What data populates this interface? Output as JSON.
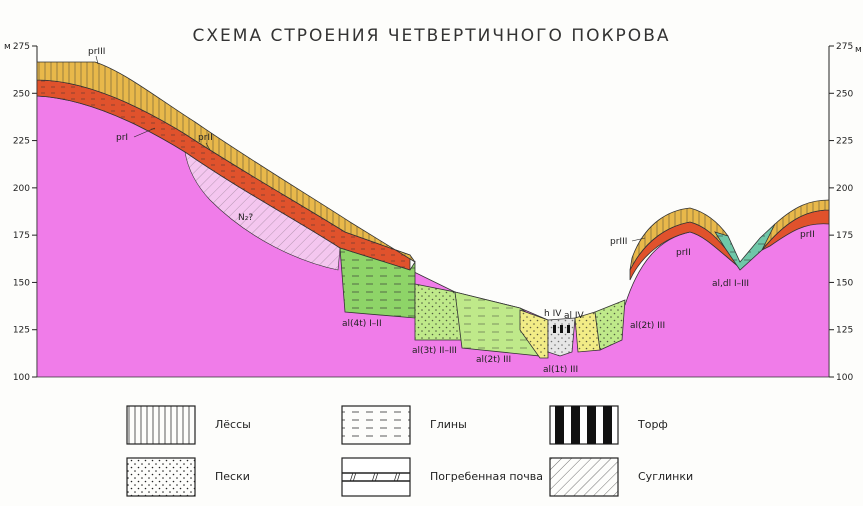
{
  "title": "СХЕМА СТРОЕНИЯ  ЧЕТВЕРТИЧНОГО ПОКРОВА",
  "axis": {
    "left_unit": "м",
    "right_unit": "м",
    "ticks": [
      {
        "value": 275,
        "label": "275"
      },
      {
        "value": 250,
        "label": "250"
      },
      {
        "value": 225,
        "label": "225"
      },
      {
        "value": 200,
        "label": "200"
      },
      {
        "value": 175,
        "label": "175"
      },
      {
        "value": 150,
        "label": "150"
      },
      {
        "value": 125,
        "label": "125"
      },
      {
        "value": 100,
        "label": "100"
      }
    ]
  },
  "section_labels": {
    "prIII_top": "prIII",
    "prI": "prI",
    "prII_slope": "prII",
    "N2": "N₂?",
    "al4t": "al(4t) I–II",
    "al3t": "al(3t) II–III",
    "al2t_left": "al(2t) III",
    "al1t": "al(1t) III",
    "hIV": "h IV",
    "alIV": "al IV",
    "al2t_right": "al(2t) III",
    "prIII_right": "prIII",
    "prII_right1": "prII",
    "al_dl": "al,dl I–III",
    "prII_right2": "prII"
  },
  "legend": [
    {
      "label": "Лёссы",
      "pattern": "vertical-lines"
    },
    {
      "label": "Глины",
      "pattern": "dashes"
    },
    {
      "label": "Торф",
      "pattern": "thick-bars"
    },
    {
      "label": "Пески",
      "pattern": "dots"
    },
    {
      "label": "Погребенная почва",
      "pattern": "double-line"
    },
    {
      "label": "Суглинки",
      "pattern": "diagonal-hatch"
    }
  ],
  "colors": {
    "bedrock": "#f07ce9",
    "loess": "#e8b84a",
    "soil": "#e0522c",
    "n2": "#f4c6ef",
    "green_light": "#bfe98a",
    "green": "#8ed468",
    "yellow": "#f2ec86",
    "teal": "#6fc7a8",
    "peat_core": "#dcdcdc"
  }
}
